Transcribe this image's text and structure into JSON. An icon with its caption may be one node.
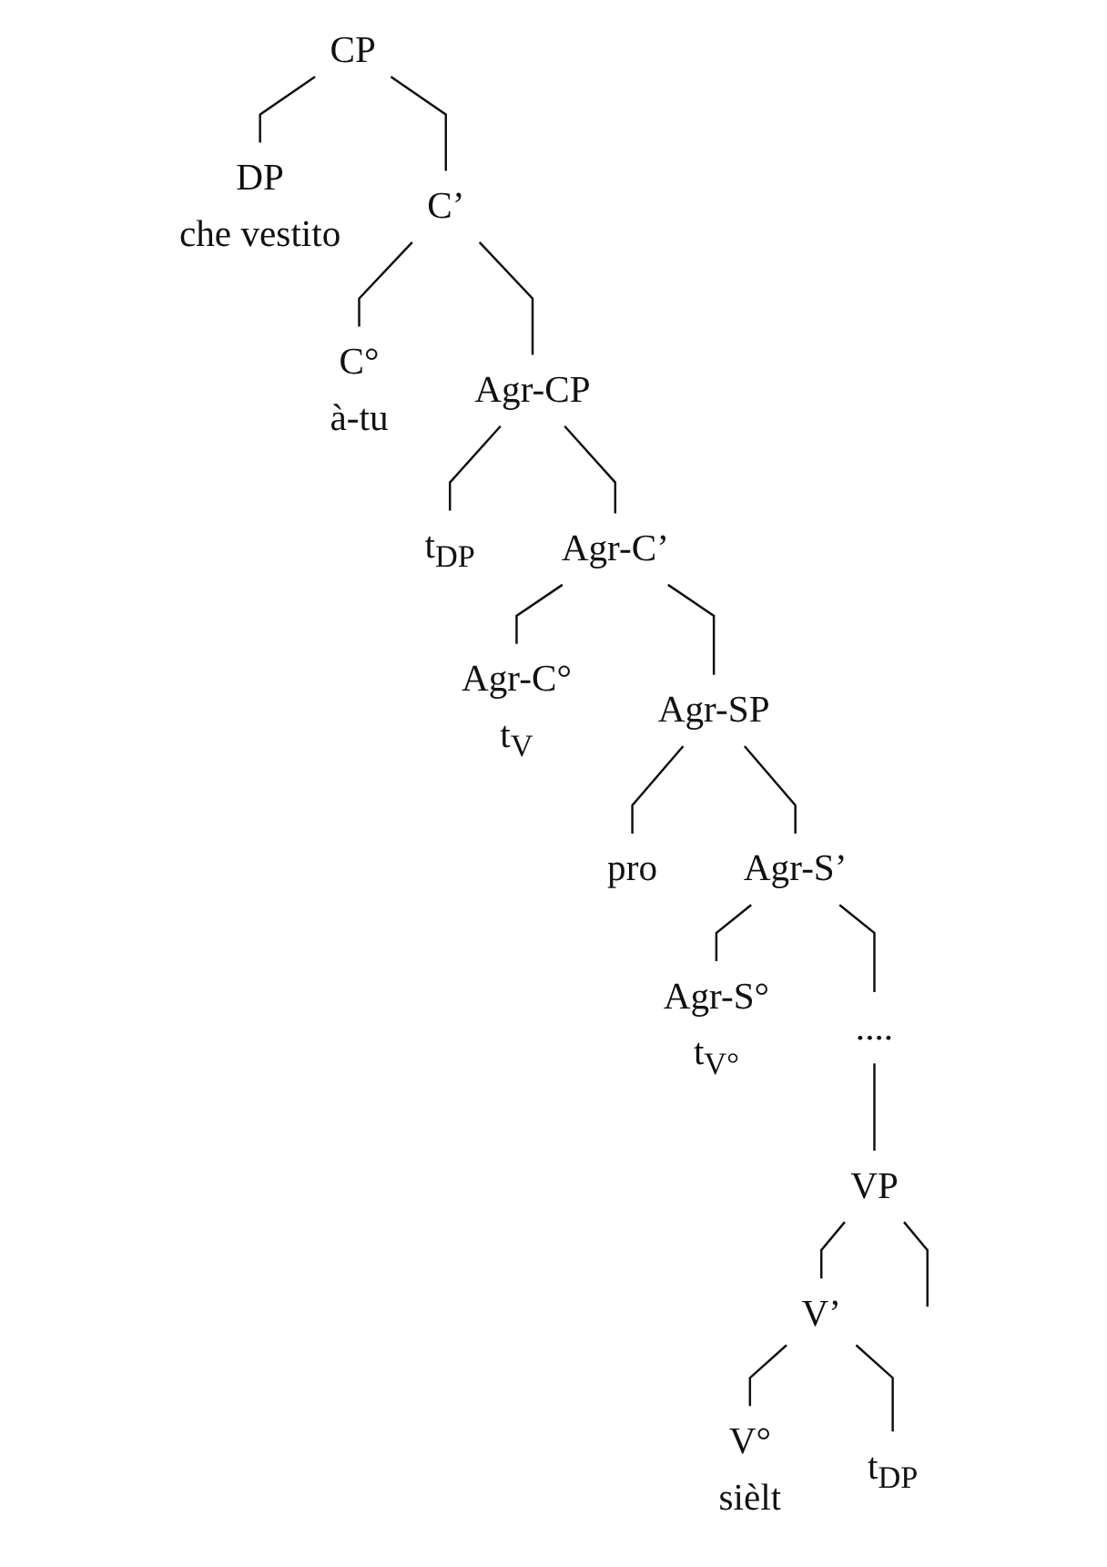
{
  "diagram": {
    "nodes": [
      {
        "text": [
          "CP"
        ]
      },
      {
        "text": [
          "DP",
          "che vestito"
        ]
      },
      {
        "text": [
          "C’"
        ]
      },
      {
        "text": [
          "C°",
          "à-tu"
        ]
      },
      {
        "text": [
          "Agr-CP"
        ]
      },
      {
        "text": [
          "t$_{DP}$"
        ]
      },
      {
        "text": [
          "Agr-C’"
        ]
      },
      {
        "text": [
          "Agr-C°",
          "t$_{V}$"
        ]
      },
      {
        "text": [
          "Agr-SP"
        ]
      },
      {
        "text": [
          "pro"
        ]
      },
      {
        "text": [
          "Agr-S’"
        ]
      },
      {
        "text": [
          "Agr-S°",
          "t$_{V°}$"
        ]
      },
      {
        "text": [
          "...."
        ]
      },
      {
        "text": [
          "VP"
        ]
      },
      {
        "text": [
          "V’"
        ]
      },
      {
        "text": [
          "V°",
          "sièlt"
        ]
      },
      {
        "text": [
          "t$_{DP}$"
        ]
      }
    ],
    "edges": [
      {
        "from": 0,
        "to": 1,
        "arrow": "none"
      },
      {
        "from": 0,
        "to": 2,
        "arrow": "none"
      },
      {
        "from": 2,
        "to": 3,
        "arrow": "none"
      },
      {
        "from": 2,
        "to": 4,
        "arrow": "none"
      },
      {
        "from": 4,
        "to": 5,
        "arrow": "none"
      },
      {
        "from": 4,
        "to": 6,
        "arrow": "none"
      },
      {
        "from": 6,
        "to": 7,
        "arrow": "none"
      },
      {
        "from": 6,
        "to": 8,
        "arrow": "none"
      },
      {
        "from": 8,
        "to": 9,
        "arrow": "none"
      },
      {
        "from": 8,
        "to": 10,
        "arrow": "none"
      },
      {
        "from": 10,
        "to": 11,
        "arrow": "none"
      },
      {
        "from": 10,
        "to": 12,
        "arrow": "none"
      },
      {
        "from": 12,
        "to": 13,
        "arrow": "none"
      },
      {
        "from": 13,
        "to": null,
        "arrow": "none"
      },
      {
        "from": 13,
        "to": 14,
        "arrow": "none"
      },
      {
        "from": 14,
        "to": 15,
        "arrow": "none"
      },
      {
        "from": 14,
        "to": 16,
        "arrow": "none"
      }
    ]
  }
}
